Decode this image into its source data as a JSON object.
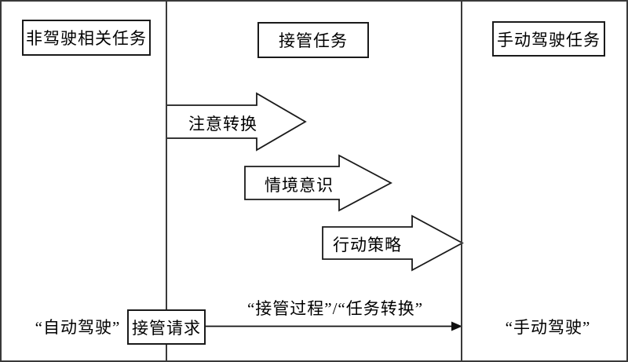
{
  "diagram": {
    "columns": [
      {
        "title": "非驾驶相关任务"
      },
      {
        "title": "接管任务"
      },
      {
        "title": "手动驾驶任务"
      }
    ],
    "process_arrows": [
      {
        "label": "注意转换"
      },
      {
        "label": "情境意识"
      },
      {
        "label": "行动策略"
      }
    ],
    "timeline": {
      "start_state": "“自动驾驶”",
      "trigger_box": "接管请求",
      "transition_label": "“接管过程”/“任务转换”",
      "end_state": "“手动驾驶”"
    },
    "colors": {
      "background": "#ffffff",
      "frame_line": "#3a3a3a",
      "shape_line": "#1a1a1a",
      "text": "#000000"
    }
  }
}
